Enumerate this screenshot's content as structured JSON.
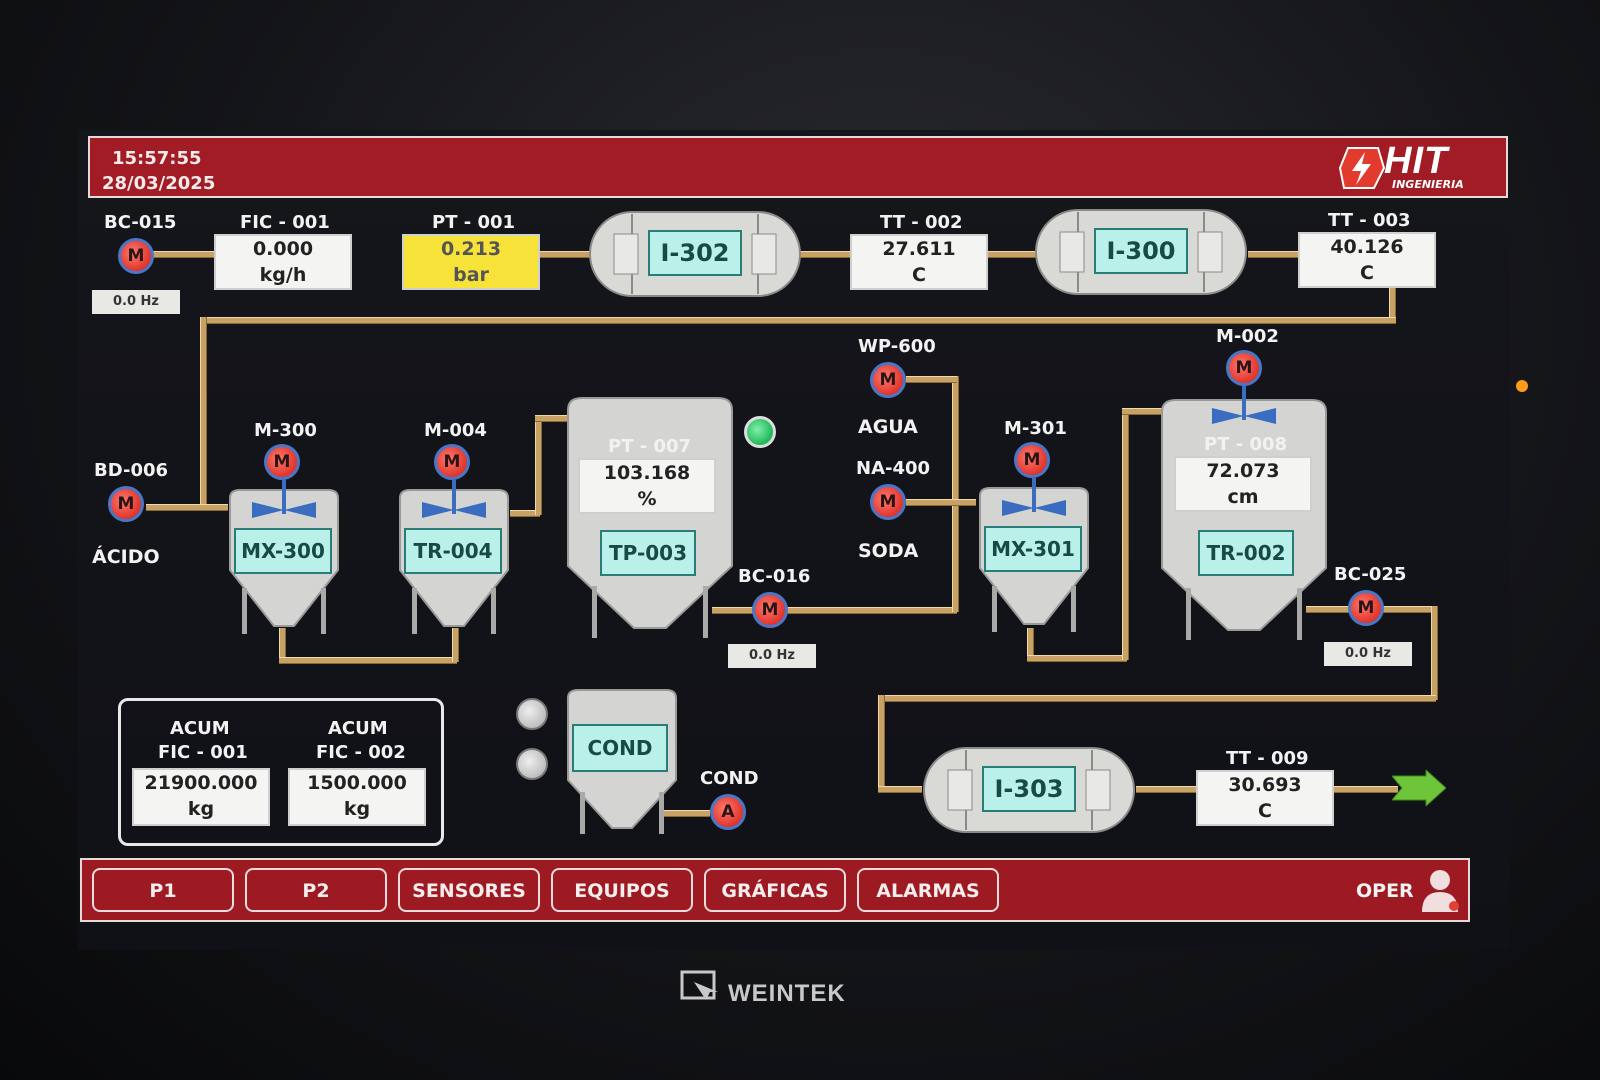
{
  "header": {
    "time": "15:57:55",
    "date": "28/03/2025",
    "logo_text": "HIT",
    "logo_sub": "INGENIERIA"
  },
  "top_line": {
    "bc015": {
      "label": "BC-015",
      "motor": "M",
      "freq": "0.0 Hz"
    },
    "fic001": {
      "label": "FIC - 001",
      "value": "0.000",
      "unit": "kg/h"
    },
    "pt001": {
      "label": "PT - 001",
      "value": "0.213",
      "unit": "bar"
    },
    "i302": "I-302",
    "tt002": {
      "label": "TT - 002",
      "value": "27.611",
      "unit": "C"
    },
    "i300": "I-300",
    "tt003": {
      "label": "TT - 003",
      "value": "40.126",
      "unit": "C"
    }
  },
  "mid_line": {
    "bd006": {
      "label": "BD-006",
      "motor": "M",
      "fluid": "ÁCIDO"
    },
    "m300": {
      "label": "M-300",
      "motor": "M",
      "tank": "MX-300"
    },
    "m004": {
      "label": "M-004",
      "motor": "M",
      "tank": "TR-004"
    },
    "pt007": {
      "label": "PT - 007",
      "value": "103.168",
      "unit": "%",
      "tank": "TP-003"
    },
    "bc016": {
      "label": "BC-016",
      "motor": "M",
      "freq": "0.0 Hz"
    },
    "wp600": {
      "label": "WP-600",
      "motor": "M",
      "fluid": "AGUA"
    },
    "na400": {
      "label": "NA-400",
      "motor": "M",
      "fluid": "SODA"
    },
    "m301": {
      "label": "M-301",
      "motor": "M",
      "tank": "MX-301"
    },
    "m002": {
      "label": "M-002",
      "motor": "M"
    },
    "pt008": {
      "label": "PT - 008",
      "value": "72.073",
      "unit": "cm",
      "tank": "TR-002"
    },
    "bc025": {
      "label": "BC-025",
      "motor": "M",
      "freq": "0.0 Hz"
    }
  },
  "bottom": {
    "acum1": {
      "label1": "ACUM",
      "label2": "FIC - 001",
      "value": "21900.000",
      "unit": "kg"
    },
    "acum2": {
      "label1": "ACUM",
      "label2": "FIC - 002",
      "value": "1500.000",
      "unit": "kg"
    },
    "cond": {
      "tank": "COND",
      "label": "COND",
      "motor": "A"
    },
    "i303": "I-303",
    "tt009": {
      "label": "TT - 009",
      "value": "30.693",
      "unit": "C"
    }
  },
  "nav": {
    "p1": "P1",
    "p2": "P2",
    "sensores": "SENSORES",
    "equipos": "EQUIPOS",
    "graficas": "GRÁFICAS",
    "alarmas": "ALARMAS",
    "user": "OPER"
  },
  "device_brand": "WEINTEK",
  "colors": {
    "header_red": "#a11c24",
    "pipe": "#c7a264",
    "motor_red": "#e0352b",
    "tag_cyan": "#b9f0ea",
    "highlight_yellow": "#f7e23a",
    "status_green": "#2ecc71"
  }
}
